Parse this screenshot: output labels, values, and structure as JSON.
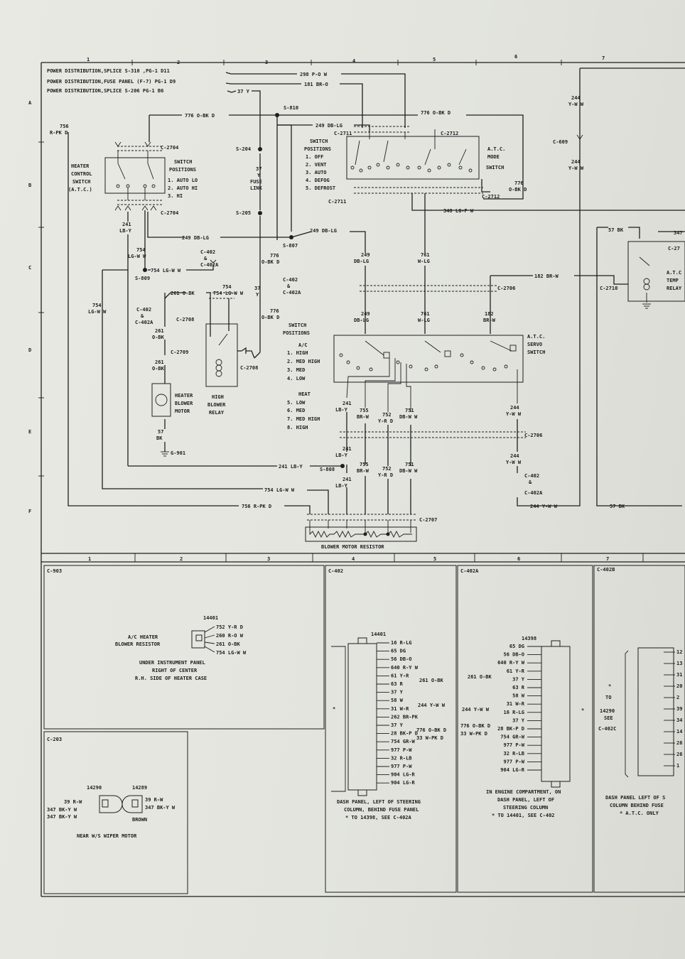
{
  "grid": {
    "columns_top": [
      "1",
      "2",
      "3",
      "4",
      "5",
      "6",
      "7"
    ],
    "rows": [
      "A",
      "B",
      "C",
      "D",
      "E",
      "F"
    ],
    "columns_bottom": [
      "1",
      "2",
      "3",
      "4",
      "5",
      "6",
      "7"
    ]
  },
  "power_lines": [
    "POWER DISTRIBUTION,SPLICE S-310 ,PG-1 D11",
    "POWER DISTRIBUTION,FUSE PANEL (F-7) PG-1 D9",
    "POWER DISTRIBUTION,SPLICE S-206 PG-1 B6"
  ],
  "wires": {
    "w298": "298 P-O W",
    "w181": "181 BR-O",
    "w37": "37 Y",
    "w776a": "776 O-BK D",
    "w776b": "776 O-BK D",
    "w249a": "249 DB-LG",
    "w249b": "249 DB-LG",
    "w249c": "249 DB-LG",
    "w348": "348 LG-P W",
    "w182": "182 BR-W",
    "w57a": "57 BK",
    "w57b": "57 BK",
    "w754a": "754 LG-W W",
    "w754b": "754 LG-W W",
    "w261": "261 O-BK",
    "w241": "241 LB-Y",
    "w756": "756 R-PK D",
    "w244": "244 Y-W W",
    "v756": [
      "756",
      "R-PK D"
    ],
    "v241": [
      "241",
      "LB-Y"
    ],
    "v754": [
      "754",
      "LG-W W"
    ],
    "v754b": [
      "754",
      "LG-W W"
    ],
    "v754c": [
      "754",
      "LG-W W"
    ],
    "v37": [
      "37",
      "Y"
    ],
    "v37b": [
      "37",
      "Y"
    ],
    "v776": [
      "776",
      "O-BK D"
    ],
    "v776b": [
      "776",
      "O-BK D"
    ],
    "v776c": [
      "776",
      "O-BK D"
    ],
    "v261": [
      "261",
      "O-BK"
    ],
    "v261b": [
      "261",
      "O-BK"
    ],
    "v57": [
      "57",
      "BK"
    ],
    "v249": [
      "249",
      "DB-LG"
    ],
    "v249b": [
      "249",
      "DB-LG"
    ],
    "v761": [
      "761",
      "W-LG"
    ],
    "v761b": [
      "761",
      "W-LG"
    ],
    "v182": [
      "182",
      "BR-W"
    ],
    "v244a": [
      "244",
      "Y-W W"
    ],
    "v244b": [
      "244",
      "Y-W W"
    ],
    "v244c": [
      "244",
      "Y-W W"
    ],
    "v244d": [
      "244",
      "Y-W W"
    ],
    "v241b": [
      "241",
      "LB-Y"
    ],
    "v241c": [
      "241",
      "LB-Y"
    ],
    "v241d": [
      "241",
      "LB-Y"
    ],
    "v755": [
      "755",
      "BR-W"
    ],
    "v755b": [
      "755",
      "BR-W"
    ],
    "v752": [
      "752",
      "Y-R D"
    ],
    "v752b": [
      "752",
      "Y-R D"
    ],
    "v751": [
      "751",
      "DB-W W"
    ],
    "v751b": [
      "751",
      "DB-W W"
    ],
    "w347": "347"
  },
  "connectors": {
    "c2704": "C-2704",
    "c2711": "C-2711",
    "c2712": "C-2712",
    "c609": "C-609",
    "c402": [
      "C-402",
      "&",
      "C-402A"
    ],
    "c2708": "C-2708",
    "c2709": "C-2709",
    "c2706": "C-2706",
    "c2710": "C-2710",
    "c2707": "C-2707",
    "c27": "C-27"
  },
  "splices": {
    "s810": "S-810",
    "s204": "S-204",
    "s205": "S-205",
    "s807": "S-807",
    "s809": "S-809",
    "s808": "S-808",
    "g901": "G-901"
  },
  "fuse_link": [
    "37",
    "Y",
    "FUSE",
    "LINK"
  ],
  "components": {
    "heater_switch": [
      "HEATER",
      "CONTROL",
      "SWITCH",
      "(A.T.C.)"
    ],
    "switch_positions_left": [
      "SWITCH",
      "POSITIONS",
      "1. AUTO LO",
      "2. AUTO HI",
      "3. HI"
    ],
    "switch_positions_mid": [
      "SWITCH",
      "POSITIONS",
      "1. OFF",
      "2. VENT",
      "3. AUTO",
      "4. DEFOG",
      "5. DEFROST"
    ],
    "atc_mode": [
      "A.T.C.",
      "MODE",
      "SWITCH"
    ],
    "heater_motor": [
      "HEATER",
      "BLOWER",
      "MOTOR"
    ],
    "high_relay": [
      "HIGH",
      "BLOWER",
      "RELAY"
    ],
    "servo_positions": [
      "SWITCH",
      "POSITIONS",
      "A/C",
      "1. HIGH",
      "2. MED HIGH",
      "3. MED",
      "4. LOW",
      "HEAT",
      "5. LOW",
      "6. MED",
      "7. MED HIGH",
      "8. HIGH"
    ],
    "servo": [
      "A.T.C.",
      "SERVO",
      "SWITCH"
    ],
    "atc_temp": [
      "A.T.C",
      "TEMP",
      "RELAY"
    ],
    "resistor": "BLOWER MOTOR RESISTOR"
  },
  "panels": {
    "c903": {
      "id": "C-903",
      "part": "14401",
      "pins": [
        "752 Y-R D",
        "260 R-O W",
        "261 O-BK",
        "754 LG-W W"
      ],
      "name": [
        "A/C HEATER",
        "BLOWER RESISTOR"
      ],
      "location": [
        "UNDER INSTRUMENT PANEL",
        "RIGHT OF CENTER",
        "R.H. SIDE OF HEATER CASE"
      ]
    },
    "c203": {
      "id": "C-203",
      "part_a": "14290",
      "part_b": "14289",
      "left": [
        "39 R-W",
        "347 BK-Y W",
        "347 BK-Y W"
      ],
      "right": [
        "39 R-W",
        "347 BK-Y W",
        "BROWN"
      ],
      "location": "NEAR W/S WIPER MOTOR"
    },
    "c402": {
      "id": "C-402",
      "part": "14401",
      "pins": [
        "16 R-LG",
        "65 DG",
        "56 DB-O",
        "640 R-Y W",
        "61 Y-R",
        "63 R",
        "37 Y",
        "58 W",
        "31 W-R",
        "262 BR-PK",
        "37 Y",
        "28 BK-P D",
        "754 GR-W",
        "977 P-W",
        "32 R-LB",
        "977 P-W",
        "904 LG-R",
        "904 LG-R"
      ],
      "side": [
        "261 O-BK",
        "244 Y-W W",
        "776 O-BK D",
        "33 W-PK D"
      ],
      "location": [
        "DASH PANEL, LEFT OF STEERING",
        "COLUMN, BEHIND FUSE PANEL",
        "* TO 14398, SEE C-402A"
      ]
    },
    "c402a": {
      "id": "C-402A",
      "part": "14398",
      "pins": [
        "65 DG",
        "56 DB-O",
        "640 R-Y W",
        "61 Y-R",
        "37 Y",
        "63 R",
        "58 W",
        "31 W-R",
        "16 R-LG",
        "37 Y",
        "28 BK-P D",
        "754 GR-W",
        "977 P-W",
        "32 R-LB",
        "977 P-W",
        "904 LG-R"
      ],
      "side": [
        "261 O-BK",
        "244 Y-W W",
        "776 O-BK D",
        "33 W-PK D"
      ],
      "location": [
        "IN ENGINE COMPARTMENT, ON",
        "DASH PANEL, LEFT OF",
        "STEERING COLUMN",
        "* TO 14401, SEE C-402"
      ]
    },
    "c402b": {
      "id": "C-402B",
      "note": [
        "*",
        "TO",
        "14290",
        "SEE",
        "C-402C"
      ],
      "pins": [
        "12",
        "13",
        "31",
        "20",
        "2",
        "39",
        "34",
        "14",
        "26",
        "26",
        "1"
      ],
      "location": [
        "DASH PANEL LEFT OF S",
        "COLUMN BEHIND FUSE",
        "* A.T.C. ONLY"
      ]
    }
  }
}
